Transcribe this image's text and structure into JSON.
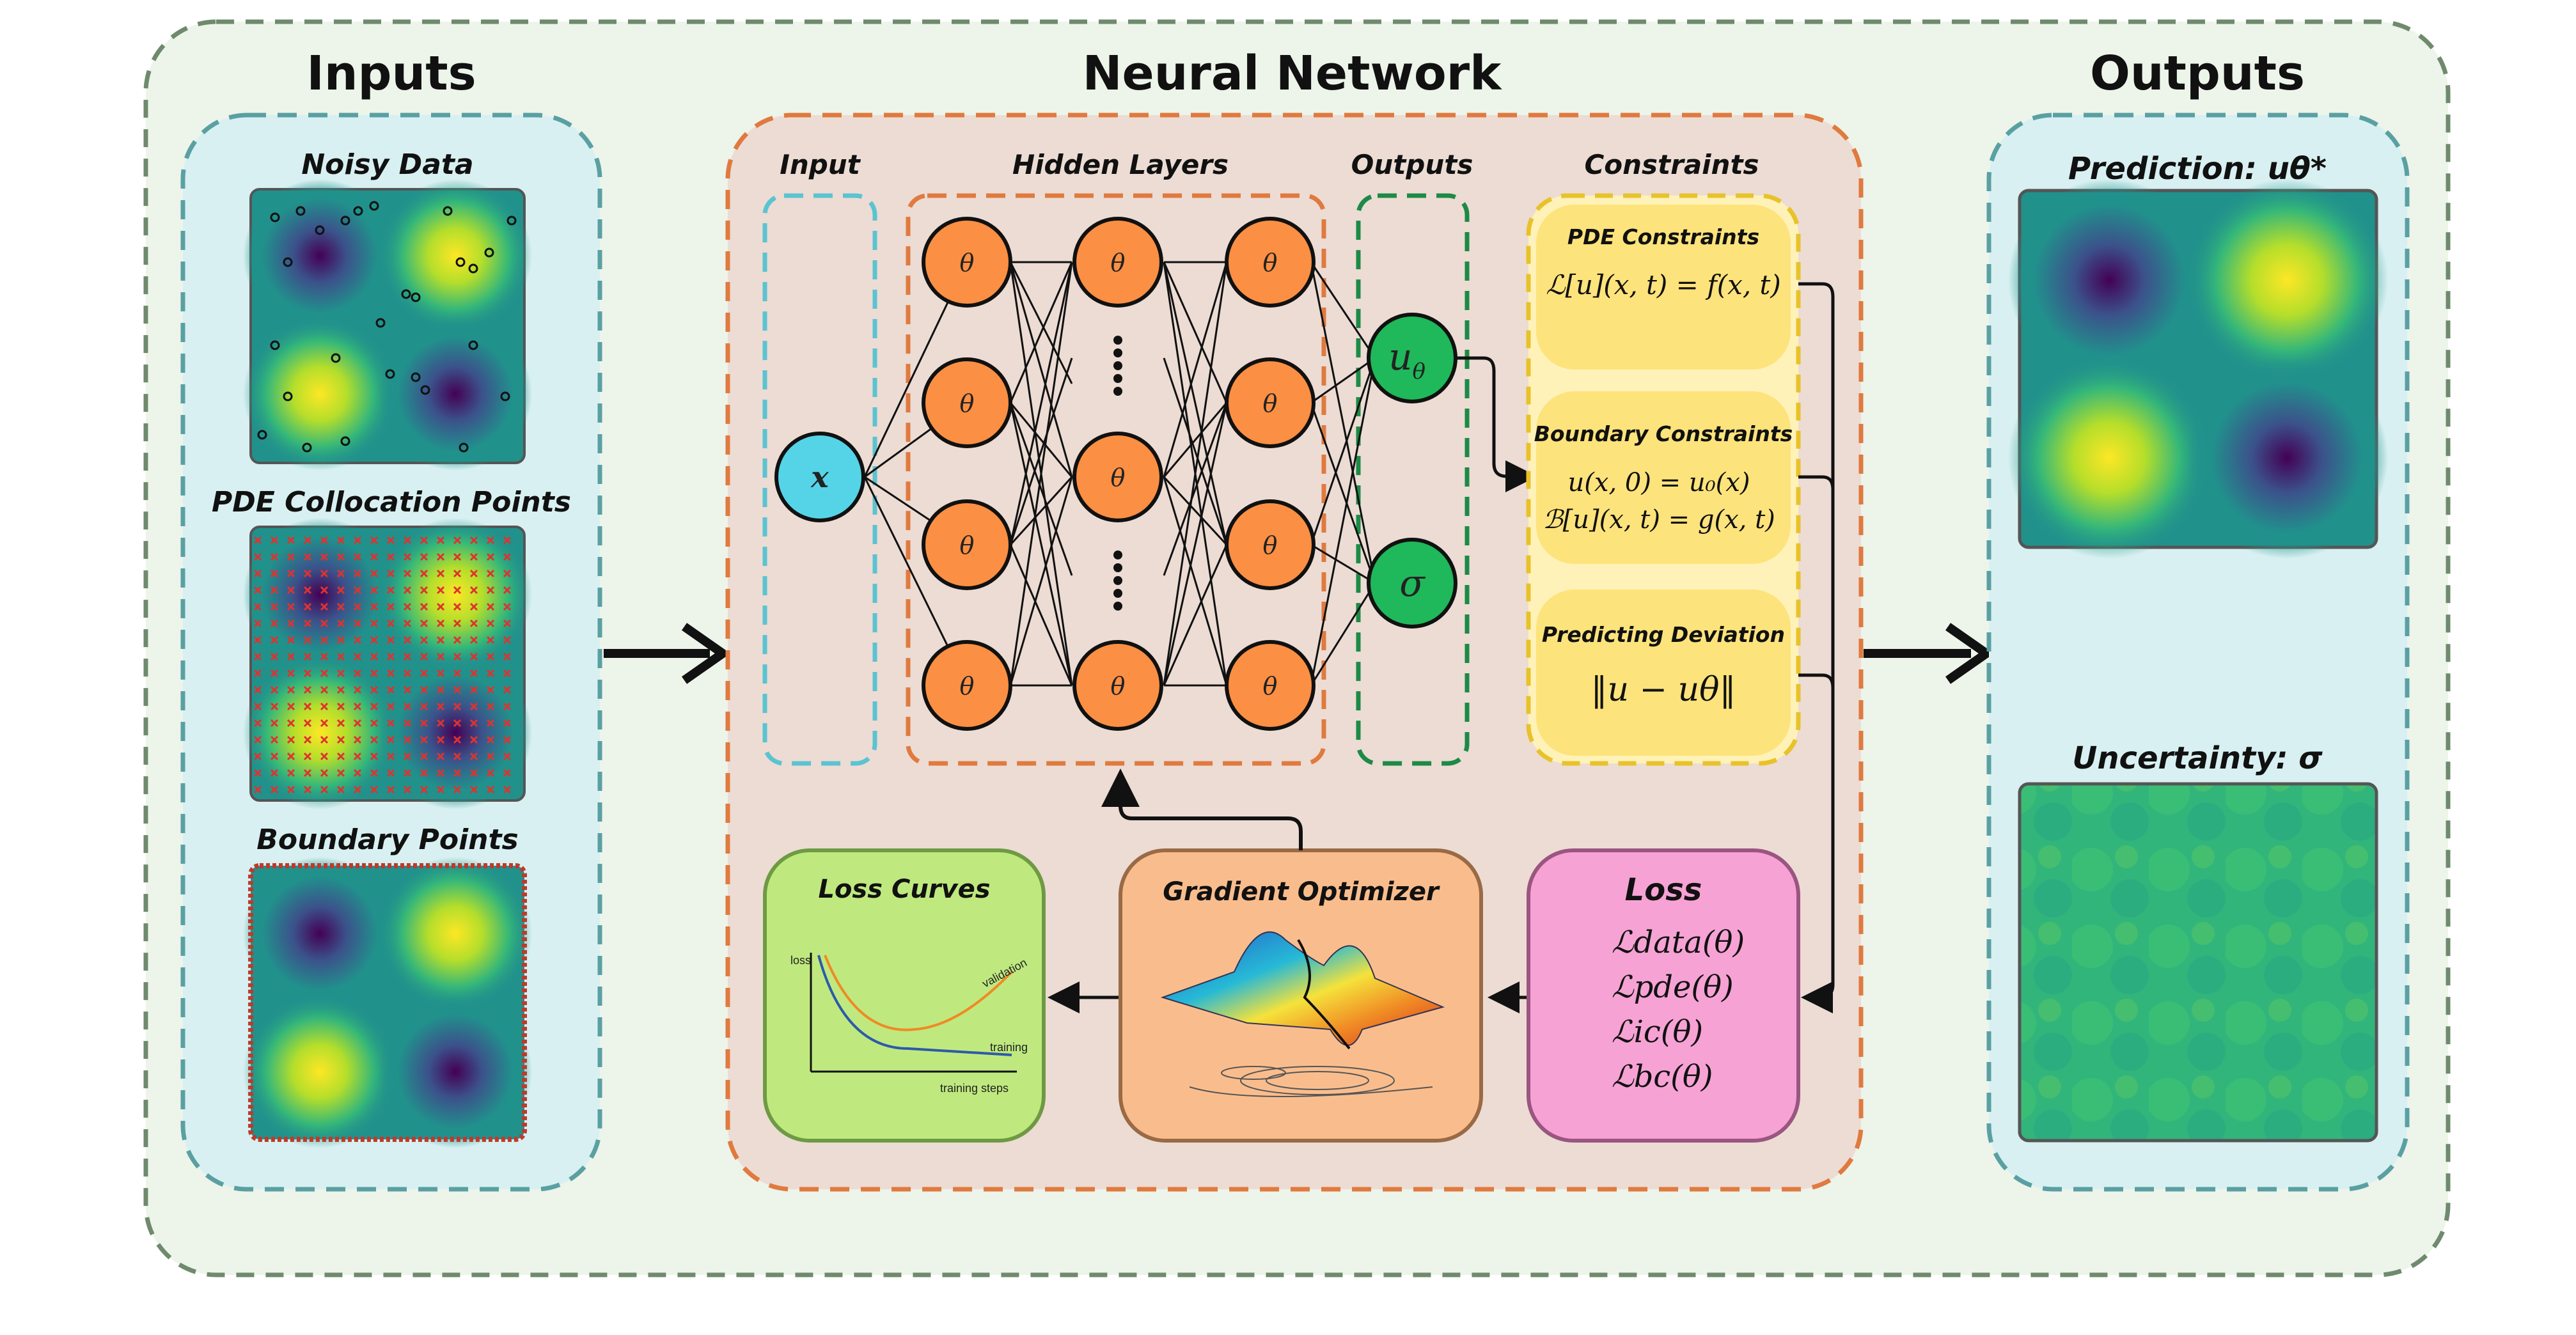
{
  "sections": {
    "inputs": "Inputs",
    "network": "Neural Network",
    "outputs": "Outputs"
  },
  "inputs": {
    "noisy_data": "Noisy Data",
    "pde_collocation": "PDE Collocation Points",
    "boundary_points": "Boundary Points"
  },
  "network": {
    "input_header": "Input",
    "hidden_header": "Hidden Layers",
    "outputs_header": "Outputs",
    "constraints_header": "Constraints",
    "input_node": "x",
    "theta": "θ",
    "u_theta": "u",
    "u_theta_sub": "θ",
    "sigma": "σ"
  },
  "constraints": {
    "pde_title": "PDE Constraints",
    "pde_eq": "ℒ[u](x, t) = f(x, t)",
    "boundary_title": "Boundary Constraints",
    "boundary_eq1": "u(x, 0) = u₀(x)",
    "boundary_eq2": "ℬ[u](x, t) = g(x, t)",
    "deviation_title": "Predicting Deviation",
    "deviation_eq": "‖u − uθ‖"
  },
  "training": {
    "loss_curves_title": "Loss Curves",
    "loss_axis": "loss",
    "steps_axis": "training steps",
    "validation_label": "validation",
    "training_label": "training",
    "optimizer_title": "Gradient Optimizer",
    "loss_title": "Loss",
    "loss_terms": [
      "ℒdata(θ)",
      "ℒpde(θ)",
      "ℒic(θ)",
      "ℒbc(θ)"
    ]
  },
  "outputs": {
    "prediction_label": "Prediction: uθ*",
    "uncertainty_label": "Uncertainty: σ"
  },
  "colors": {
    "outer_bg": "#edf4ea",
    "outer_border": "#6f8a6d",
    "panel_bg": "#d8f0f1",
    "panel_border": "#5aa0a3",
    "network_bg": "#ecdcd4",
    "network_border": "#e07a3f",
    "hidden_node": "#fb8f43",
    "input_node": "#55d4e8",
    "output_node": "#1fb85a",
    "constraint_bg": "#fde37b",
    "constraint_border": "#e8c22a",
    "loss_curve_bg": "#bfe97f",
    "optimizer_bg": "#f9bd8d",
    "loss_bg": "#f6a2d4"
  }
}
